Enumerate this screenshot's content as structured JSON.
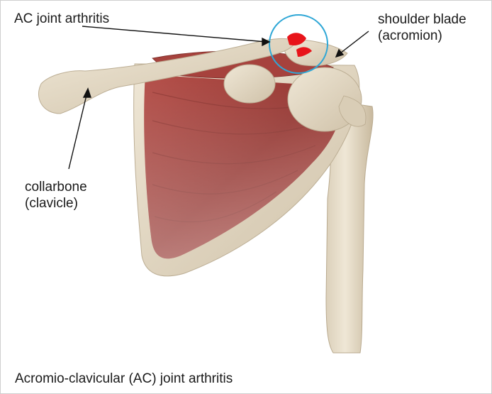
{
  "labels": {
    "ac_joint": "AC joint arthritis",
    "shoulder_blade_line1": "shoulder blade",
    "shoulder_blade_line2": "(acromion)",
    "collarbone_line1": "collarbone",
    "collarbone_line2": "(clavicle)"
  },
  "caption": "Acromio-clavicular (AC) joint arthritis",
  "colors": {
    "bone": "#e6dcc8",
    "bone_shadow": "#c9bba2",
    "muscle": "#9b3a36",
    "muscle_dark": "#6e2522",
    "highlight_circle": "#2fa7d6",
    "arthritis": "#e8141a"
  }
}
